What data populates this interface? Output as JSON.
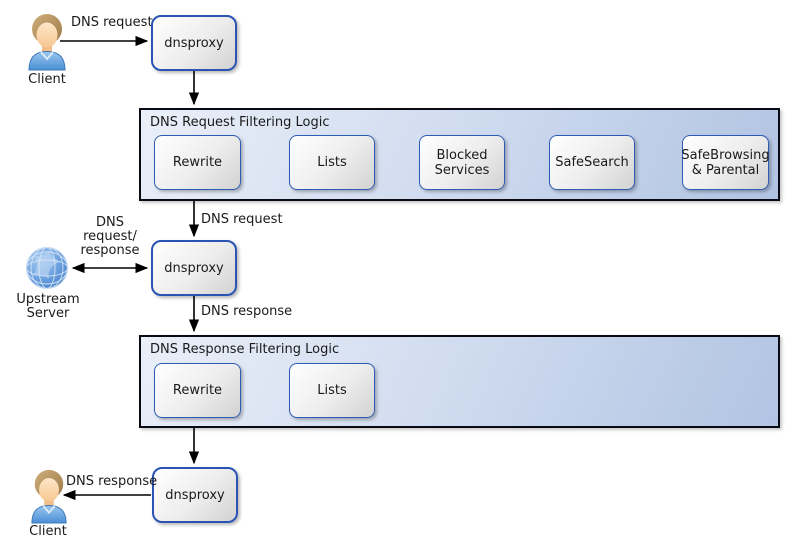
{
  "colors": {
    "background": "#ffffff",
    "container_fill_light": "#eaeff8",
    "container_fill_dark": "#b1c4e3",
    "container_border": "#0a0a14",
    "node_fill_light": "#ffffff",
    "node_fill_dark": "#d2d2d2",
    "node_border": "#2e5cb4",
    "proxy_border": "#2a54b4",
    "arrow_color": "#000000",
    "text_color": "#1a1a1a",
    "person_hair": "#b5915e",
    "person_skin": "#fbdcb4",
    "person_shirt": "#5b9bd5",
    "globe_blue": "#5b93d6"
  },
  "icons": {
    "client_top": "person-icon",
    "upstream": "globe-icon",
    "client_bottom": "person-icon"
  },
  "top_flow": {
    "client_label": "Client",
    "arrow_label": "DNS request",
    "proxy_label": "dnsproxy"
  },
  "request_pipeline": {
    "title": "DNS Request Filtering Logic",
    "boxes": [
      "Rewrite",
      "Lists",
      "Blocked Services",
      "SafeSearch",
      "SafeBrowsing & Parental"
    ]
  },
  "middle_flow": {
    "request_arrow_label": "DNS request",
    "proxy_label": "dnsproxy",
    "exchange_label": [
      "DNS",
      "request/",
      "response"
    ],
    "upstream_label": [
      "Upstream",
      "Server"
    ],
    "response_arrow_label": "DNS response"
  },
  "response_pipeline": {
    "title": "DNS Response Filtering Logic",
    "boxes": [
      "Rewrite",
      "Lists"
    ]
  },
  "bottom_flow": {
    "proxy_label": "dnsproxy",
    "arrow_label": "DNS response",
    "client_label": "Client"
  }
}
